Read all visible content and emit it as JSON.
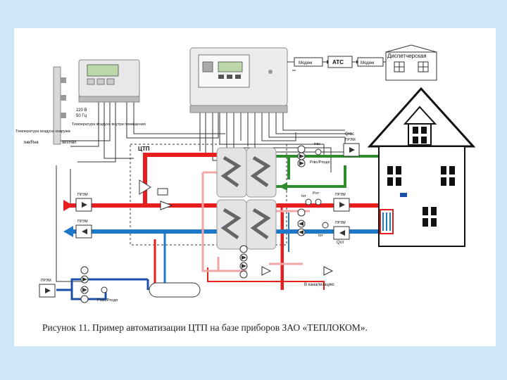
{
  "caption": "Рисунок 11.   Пример автоматизации ЦТП на базе приборов ЗАО «ТЕПЛОКОМ».",
  "labels": {
    "dispatch": "Диспетчерская",
    "modem_left": "Модем",
    "ats": "АТС",
    "modem_right": "Модем",
    "ctp": "ЦТП",
    "power_v": "220 В",
    "power_hz": "50 Гц",
    "temp_outdoor": "Температура воздуха снаружи",
    "temp_indoor": "Температура воздуха внутри помещения",
    "t_out": "tнв/Rнв",
    "t_in": "tвп/Rвп",
    "prem_1": "ПРЭМ",
    "prem_2": "ПРЭМ",
    "prem_3": "ПРЭМ",
    "prem_4": "ПРЭМ",
    "prem_5": "ПРЭМ",
    "prem_6": "ПРЭМ",
    "q_hw": "Qгвс",
    "p_hw": "Pгвс/Рподп",
    "t_hw": "tгвс",
    "t_ot_in": "tот",
    "p_ot": "Pот",
    "t_ot_out": "tот",
    "q_ot": "Qот",
    "p_cold": "Рхвс/Рподп",
    "drain": "В канализацию"
  },
  "colors": {
    "supply": "#e61e1e",
    "return": "#1e78c8",
    "hot_water": "#2e8b2e",
    "circulation": "#f2a6a6",
    "cold_water": "#1c4fa8",
    "signal": "#333333"
  }
}
